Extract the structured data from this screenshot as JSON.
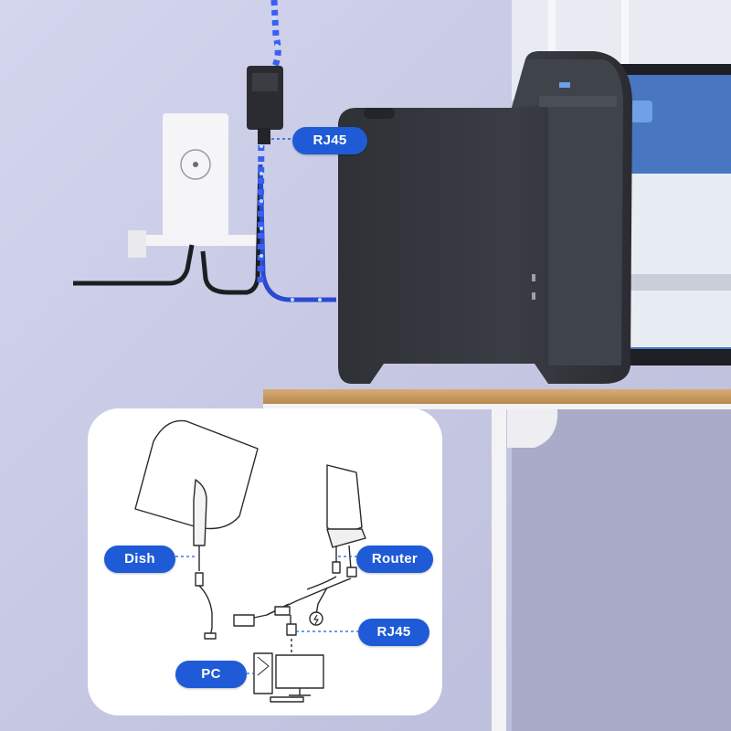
{
  "callouts": {
    "top_rj45": "RJ45",
    "dish": "Dish",
    "router": "Router",
    "panel_rj45": "RJ45",
    "pc": "PC"
  },
  "colors": {
    "wall": "#c9cbe6",
    "tower": "#34373d",
    "desk_top": "#c99d62",
    "led_strip": "#3b5ff2",
    "callout_blue": "#1f5bd6",
    "panel_bg": "#ffffff"
  },
  "icons": [
    "power-adapter-icon",
    "rj45-plug-icon",
    "lightning-icon",
    "monitor-icon",
    "pc-tower-icon"
  ]
}
